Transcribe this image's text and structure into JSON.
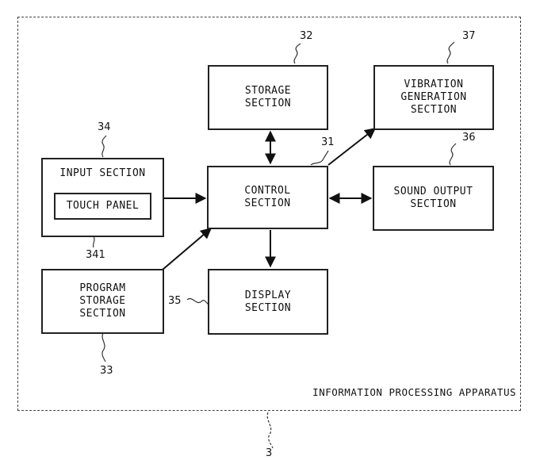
{
  "apparatus": {
    "label": "INFORMATION PROCESSING APPARATUS",
    "ref": "3"
  },
  "blocks": {
    "control": {
      "label": "CONTROL\nSECTION",
      "ref": "31"
    },
    "storage": {
      "label": "STORAGE\nSECTION",
      "ref": "32"
    },
    "program_storage": {
      "label": "PROGRAM\nSTORAGE\nSECTION",
      "ref": "33"
    },
    "input": {
      "label": "INPUT SECTION",
      "ref": "34"
    },
    "touch_panel": {
      "label": "TOUCH PANEL",
      "ref": "341"
    },
    "display": {
      "label": "DISPLAY\nSECTION",
      "ref": "35"
    },
    "sound_output": {
      "label": "SOUND OUTPUT\nSECTION",
      "ref": "36"
    },
    "vibration": {
      "label": "VIBRATION\nGENERATION\nSECTION",
      "ref": "37"
    }
  }
}
